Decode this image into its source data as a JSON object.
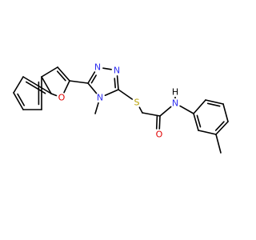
{
  "molecule": {
    "colors": {
      "bond": "#000000",
      "N": "#3030f0",
      "O": "#e00000",
      "S": "#b8a000",
      "C": "#000000"
    },
    "atoms": [
      {
        "id": "benzo-c1",
        "element": "C",
        "label": ""
      },
      {
        "id": "benzo-c2",
        "element": "C",
        "label": ""
      },
      {
        "id": "benzo-c3",
        "element": "C",
        "label": ""
      },
      {
        "id": "benzo-c4",
        "element": "C",
        "label": ""
      },
      {
        "id": "benzo-c3a",
        "element": "C",
        "label": ""
      },
      {
        "id": "benzo-c7a",
        "element": "C",
        "label": ""
      },
      {
        "id": "furan-c3",
        "element": "C",
        "label": ""
      },
      {
        "id": "furan-c2",
        "element": "C",
        "label": ""
      },
      {
        "id": "furan-o",
        "element": "O",
        "label": "O"
      },
      {
        "id": "triazole-c5",
        "element": "C",
        "label": ""
      },
      {
        "id": "triazole-n1",
        "element": "N",
        "label": "N"
      },
      {
        "id": "triazole-n2",
        "element": "N",
        "label": "N"
      },
      {
        "id": "triazole-c3",
        "element": "C",
        "label": ""
      },
      {
        "id": "triazole-n4",
        "element": "N",
        "label": "N"
      },
      {
        "id": "n-methyl",
        "element": "C",
        "label": ""
      },
      {
        "id": "thioether-s",
        "element": "S",
        "label": "S"
      },
      {
        "id": "ch2",
        "element": "C",
        "label": ""
      },
      {
        "id": "carbonyl-c",
        "element": "C",
        "label": ""
      },
      {
        "id": "carbonyl-o",
        "element": "O",
        "label": "O"
      },
      {
        "id": "amide-n",
        "element": "N",
        "label": "N"
      },
      {
        "id": "amide-h",
        "element": "H",
        "label": "H"
      },
      {
        "id": "tolyl-c1",
        "element": "C",
        "label": ""
      },
      {
        "id": "tolyl-c2",
        "element": "C",
        "label": ""
      },
      {
        "id": "tolyl-c3",
        "element": "C",
        "label": ""
      },
      {
        "id": "tolyl-c4",
        "element": "C",
        "label": ""
      },
      {
        "id": "tolyl-c5",
        "element": "C",
        "label": ""
      },
      {
        "id": "tolyl-c6",
        "element": "C",
        "label": ""
      },
      {
        "id": "tolyl-methyl",
        "element": "C",
        "label": ""
      }
    ],
    "bonds": [
      {
        "from": "benzo-c1",
        "to": "benzo-c2",
        "order": 2
      },
      {
        "from": "benzo-c2",
        "to": "benzo-c3",
        "order": 1
      },
      {
        "from": "benzo-c3",
        "to": "benzo-c3a",
        "order": 2
      },
      {
        "from": "benzo-c3a",
        "to": "benzo-c7a",
        "order": 1
      },
      {
        "from": "benzo-c7a",
        "to": "benzo-c4",
        "order": 2
      },
      {
        "from": "benzo-c4",
        "to": "benzo-c1",
        "order": 1
      },
      {
        "from": "benzo-c3a",
        "to": "furan-c3",
        "order": 1
      },
      {
        "from": "furan-c3",
        "to": "furan-c2",
        "order": 2
      },
      {
        "from": "furan-c2",
        "to": "furan-o",
        "order": 1
      },
      {
        "from": "furan-o",
        "to": "benzo-c7a",
        "order": 1
      },
      {
        "from": "furan-c2",
        "to": "triazole-c5",
        "order": 1
      },
      {
        "from": "triazole-c5",
        "to": "triazole-n1",
        "order": 2
      },
      {
        "from": "triazole-n1",
        "to": "triazole-n2",
        "order": 1
      },
      {
        "from": "triazole-n2",
        "to": "triazole-c3",
        "order": 2
      },
      {
        "from": "triazole-c3",
        "to": "triazole-n4",
        "order": 1
      },
      {
        "from": "triazole-n4",
        "to": "triazole-c5",
        "order": 1
      },
      {
        "from": "triazole-n4",
        "to": "n-methyl",
        "order": 1
      },
      {
        "from": "triazole-c3",
        "to": "thioether-s",
        "order": 1
      },
      {
        "from": "thioether-s",
        "to": "ch2",
        "order": 1
      },
      {
        "from": "ch2",
        "to": "carbonyl-c",
        "order": 1
      },
      {
        "from": "carbonyl-c",
        "to": "carbonyl-o",
        "order": 2
      },
      {
        "from": "carbonyl-c",
        "to": "amide-n",
        "order": 1
      },
      {
        "from": "amide-n",
        "to": "tolyl-c1",
        "order": 1
      },
      {
        "from": "tolyl-c1",
        "to": "tolyl-c2",
        "order": 2
      },
      {
        "from": "tolyl-c2",
        "to": "tolyl-c3",
        "order": 1
      },
      {
        "from": "tolyl-c3",
        "to": "tolyl-c4",
        "order": 2
      },
      {
        "from": "tolyl-c4",
        "to": "tolyl-c5",
        "order": 1
      },
      {
        "from": "tolyl-c5",
        "to": "tolyl-c6",
        "order": 2
      },
      {
        "from": "tolyl-c6",
        "to": "tolyl-c1",
        "order": 1
      },
      {
        "from": "tolyl-c3",
        "to": "tolyl-methyl",
        "order": 1
      }
    ]
  }
}
